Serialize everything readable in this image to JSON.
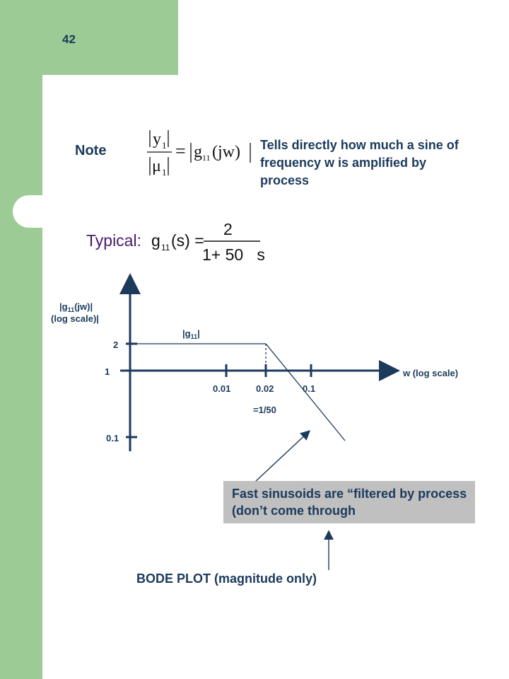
{
  "slide": {
    "page_number": "42",
    "note_label": "Note",
    "note_description": "Tells directly how much a sine of frequency w is amplified by process"
  },
  "formula_note": {
    "numerator": "y",
    "numerator_sub": "1",
    "denominator": "μ",
    "denominator_sub": "1",
    "rhs_func": "g",
    "rhs_sub": "11",
    "rhs_arg": "(jw)"
  },
  "formula_typical": {
    "label": "Typical:",
    "func": "g",
    "func_sub": "11",
    "func_arg": "(s) =",
    "numerator": "2",
    "denominator": "1+ 50   s"
  },
  "plot": {
    "y_axis_label_line1": "|g",
    "y_axis_label_sub": "11",
    "y_axis_label_line1_end": "(jw)|",
    "y_axis_label_line2": "(log scale)|",
    "x_axis_label": "w (log scale)",
    "y_ticks": [
      "2",
      "1",
      "0.1"
    ],
    "x_ticks": [
      "0.01",
      "0.02",
      "0.1"
    ],
    "corner_annotation": "=1/50",
    "curve_label_main": "|g",
    "curve_label_sub": "11",
    "curve_label_end": "|",
    "colors": {
      "axis": "#1b3a5c",
      "curve": "#1b3a5c"
    }
  },
  "callout": {
    "text": "Fast sinusoids are “filtered by process (don’t come through"
  },
  "caption": "BODE PLOT (magnitude only)"
}
